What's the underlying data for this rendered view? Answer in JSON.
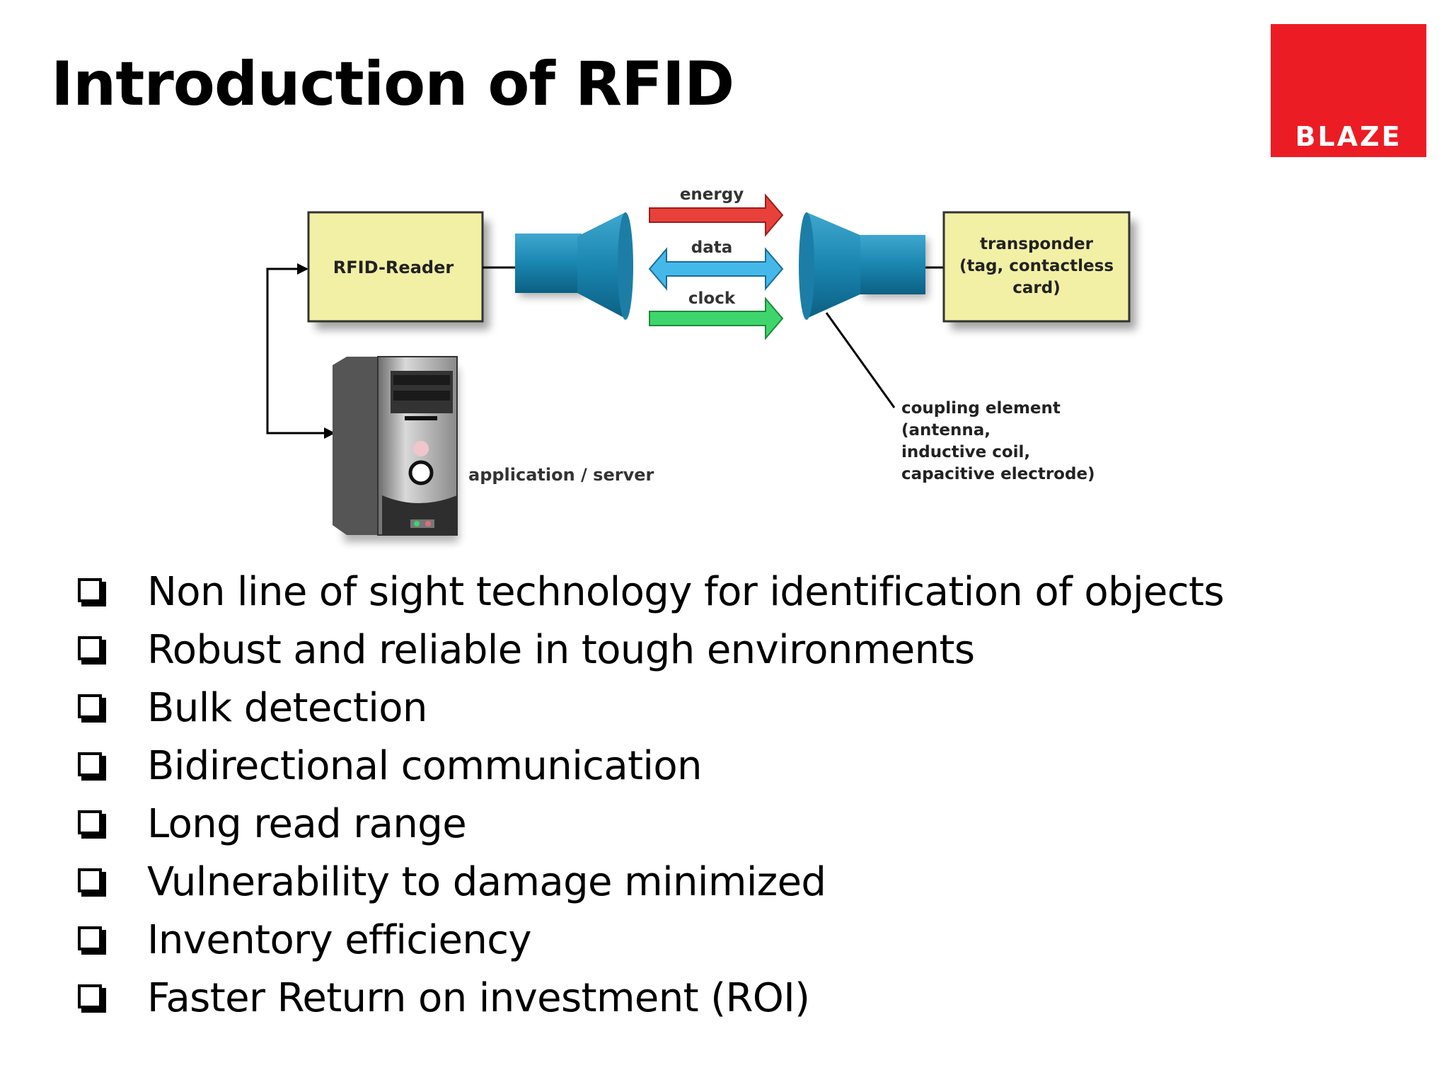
{
  "slide": {
    "title": "Introduction of RFID"
  },
  "logo": {
    "text": "BLAZE",
    "background_color": "#ec1c24"
  },
  "diagram": {
    "reader_label": "RFID-Reader",
    "server_label": "application / server",
    "transponder_lines": [
      "transponder",
      "(tag, contactless",
      "card)"
    ],
    "arrows": [
      {
        "label": "energy",
        "direction": "right",
        "color": "#e8413c"
      },
      {
        "label": "data",
        "direction": "both",
        "color": "#45b8ea"
      },
      {
        "label": "clock",
        "direction": "right",
        "color": "#3ed66c"
      }
    ],
    "coupling_lines": [
      "coupling element",
      "(antenna,",
      "inductive coil,",
      "capacitive electrode)"
    ],
    "box_color": "#f2f0a4",
    "antenna_color": "#1a86b0"
  },
  "bullets": [
    "Non line of sight technology for identification of objects",
    "Robust and reliable in tough environments",
    "Bulk detection",
    "Bidirectional communication",
    "Long read range",
    "Vulnerability to damage minimized",
    "Inventory efficiency",
    "Faster Return on investment (ROI)"
  ]
}
